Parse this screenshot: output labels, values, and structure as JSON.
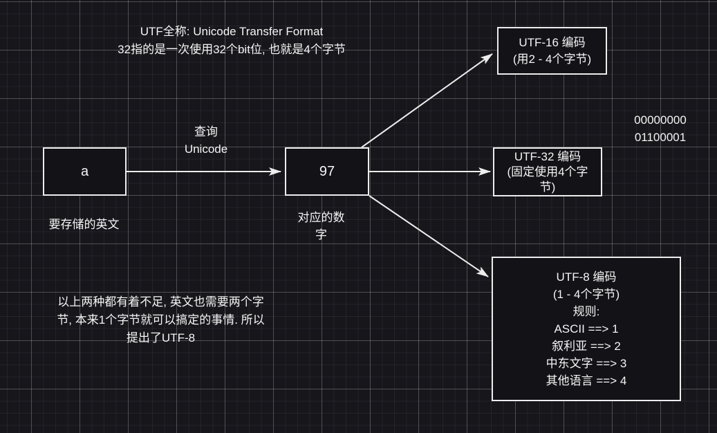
{
  "diagram": {
    "top_note": {
      "line1": "UTF全称: Unicode Transfer Format",
      "line2": "32指的是一次使用32个bit位, 也就是4个字节"
    },
    "query_label": {
      "line1": "查询",
      "line2": "Unicode"
    },
    "binary_note": {
      "line1": "00000000",
      "line2": "01100001"
    },
    "bottom_note": {
      "line1": "以上两种都有着不足, 英文也需要两个字",
      "line2": "节, 本来1个字节就可以搞定的事情. 所以",
      "line3": "提出了UTF-8"
    },
    "nodes": {
      "letter": {
        "label": "a",
        "caption": "要存储的英文"
      },
      "number": {
        "label": "97",
        "caption_line1": "对应的数",
        "caption_line2": "字"
      },
      "utf16": {
        "line1": "UTF-16 编码",
        "line2": "(用2 - 4个字节)"
      },
      "utf32": {
        "line1": "UTF-32 编码",
        "line2": "(固定使用4个字",
        "line3": "节)"
      },
      "utf8": {
        "line1": "UTF-8 编码",
        "line2": "(1 - 4个字节)",
        "line3": "规则:",
        "line4": "ASCII ==> 1",
        "line5": "叙利亚 ==> 2",
        "line6": "中东文字 ==> 3",
        "line7": "其他语言 ==> 4"
      }
    },
    "colors": {
      "background": "#16161b",
      "grid_minor": "#232329",
      "grid_major": "#4a4a52",
      "stroke": "#ededed",
      "node_fill": "#121217",
      "text": "#f5f5f5"
    }
  }
}
